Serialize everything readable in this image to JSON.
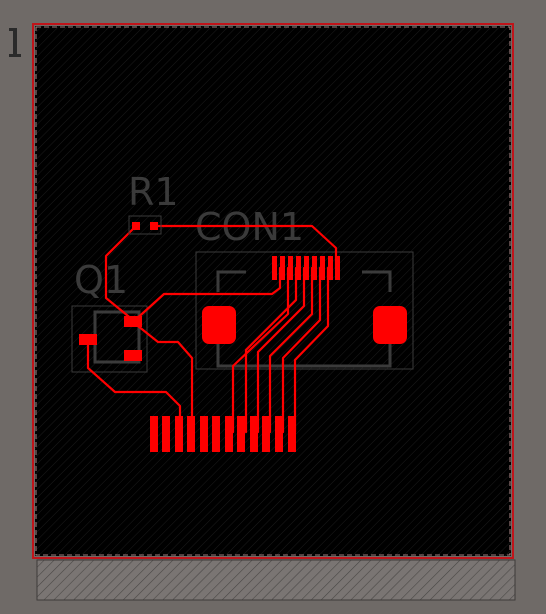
{
  "editor": {
    "board_color": "#000000",
    "workspace_color": "#6f6a67",
    "outline_color": "#c0141a",
    "copper_color": "#ff0000",
    "silkscreen_color": "#3a3a3a",
    "origin_marker_icon": "cursor-i-beam-icon"
  },
  "components": {
    "r1": {
      "designator": "R1"
    },
    "con1": {
      "designator": "CON1"
    },
    "q1": {
      "designator": "Q1"
    }
  }
}
